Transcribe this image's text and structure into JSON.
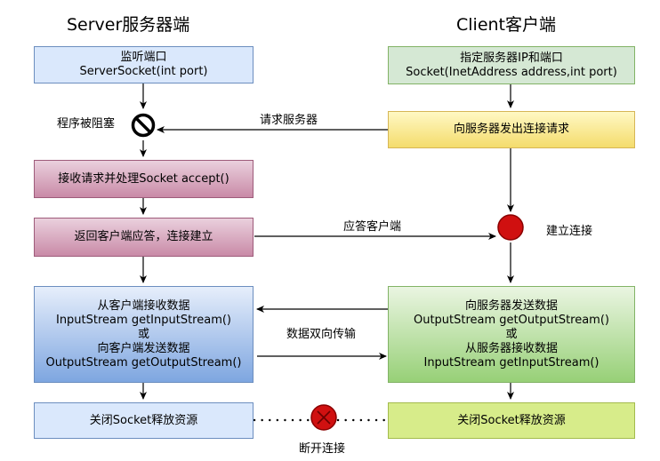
{
  "titles": {
    "server": "Server服务器端",
    "client": "Client客户端"
  },
  "server": {
    "listen_line1": "监听端口",
    "listen_line2": "ServerSocket(int port)",
    "blocked_label": "程序被阻塞",
    "accept": "接收请求并处理Socket accept()",
    "reply": "返回客户端应答，连接建立",
    "io_line1": "从客户端接收数据",
    "io_line2": "InputStream getInputStream()",
    "io_line3": "或",
    "io_line4": "向客户端发送数据",
    "io_line5": "OutputStream getOutputStream()",
    "close": "关闭Socket释放资源"
  },
  "client": {
    "spec_line1": "指定服务器IP和端口",
    "spec_line2": "Socket(InetAddress address,int port)",
    "request": "向服务器发出连接请求",
    "connected_label": "建立连接",
    "io_line1": "向服务器发送数据",
    "io_line2": "OutputStream getOutputStream()",
    "io_line3": "或",
    "io_line4": "从服务器接收数据",
    "io_line5": "InputStream getInputStream()",
    "close": "关闭Socket释放资源"
  },
  "arrows": {
    "request_server": "请求服务器",
    "reply_client": "应答客户端",
    "bidirectional": "数据双向传输",
    "disconnect": "断开连接"
  },
  "icons": {
    "blocked": "blocked-icon",
    "connect": "connect-dot-icon",
    "disconnect": "disconnect-x-icon"
  },
  "colors": {
    "server_blue": "#dae8fc",
    "client_green": "#d5e8d4",
    "request_yellow": "#f4dc6c",
    "server_pink": "#c98aa7",
    "connect_red": "#cc0000",
    "close_lime": "#d7ec8a"
  }
}
